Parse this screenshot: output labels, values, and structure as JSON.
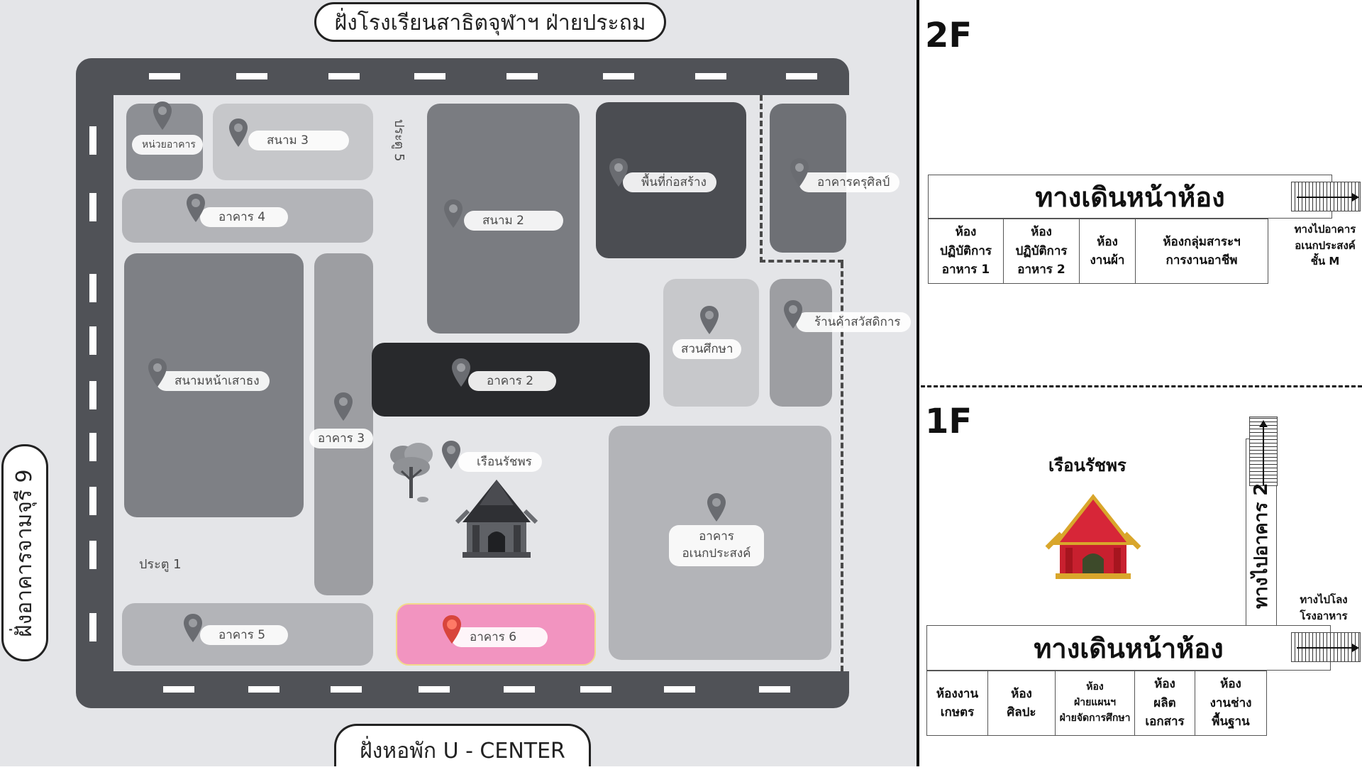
{
  "map": {
    "top_side": "ฝั่งโรงเรียนสาธิตจุฬาฯ ฝ่ายประถม",
    "bottom_side": "ฝั่งหอพัก U - CENTER",
    "left_side": "ฝั่งอาคารจามจุรี 9",
    "gates": {
      "gate1": "ประตู 1",
      "gate5": "ประตู 5"
    },
    "places": {
      "unit": "หน่วยอาคาร",
      "field3": "สนาม 3",
      "building4": "อาคาร 4",
      "field2": "สนาม 2",
      "construction": "พื้นที่ก่อสร้าง",
      "art_teacher_building": "อาคารครุศิลป์",
      "flagpole_field": "สนามหน้าเสาธง",
      "building3": "อาคาร 3",
      "building2": "อาคาร 2",
      "edu_garden": "สวนศึกษา",
      "welfare_shop": "ร้านค้าสวัสดิการ",
      "ruen_ratchaphon": "เรือนรัชพร",
      "multipurpose": "อาคาร\nอเนกประสงค์",
      "building5": "อาคาร 5",
      "building6": "อาคาร 6"
    },
    "highlight_color": "#f294c0",
    "highlight_pin_color": "#ff5a4a"
  },
  "floor2": {
    "title": "2F",
    "corridor": "ทางเดินหน้าห้อง",
    "rooms": [
      "ห้อง\nปฏิบัติการ\nอาหาร 1",
      "ห้อง\nปฏิบัติการ\nอาหาร 2",
      "ห้อง\nงานผ้า",
      "ห้องกลุ่มสาระฯ\nการงานอาชีพ"
    ],
    "note": "ทางไปอาคาร\nอเนกประสงค์\nชั้น M"
  },
  "floor1": {
    "title": "1F",
    "building_name": "เรือนรัชพร",
    "corridor": "ทางเดินหน้าห้อง",
    "vertical_label": "ทางไปอาคาร 2",
    "note": "ทางไปโลง\nโรงอาหาร",
    "rooms": [
      "ห้องงาน\nเกษตร",
      "ห้อง\nศิลปะ",
      "ห้อง\nฝ่ายแผนฯ\nฝ่ายจัดการศึกษา",
      "ห้อง\nผลิต\nเอกสาร",
      "ห้อง\nงานช่าง\nพื้นฐาน"
    ]
  },
  "icons": [
    "map-pin-icon",
    "tree-icon",
    "thai-pavilion-icon",
    "arrow-right-icon",
    "arrow-up-icon"
  ]
}
